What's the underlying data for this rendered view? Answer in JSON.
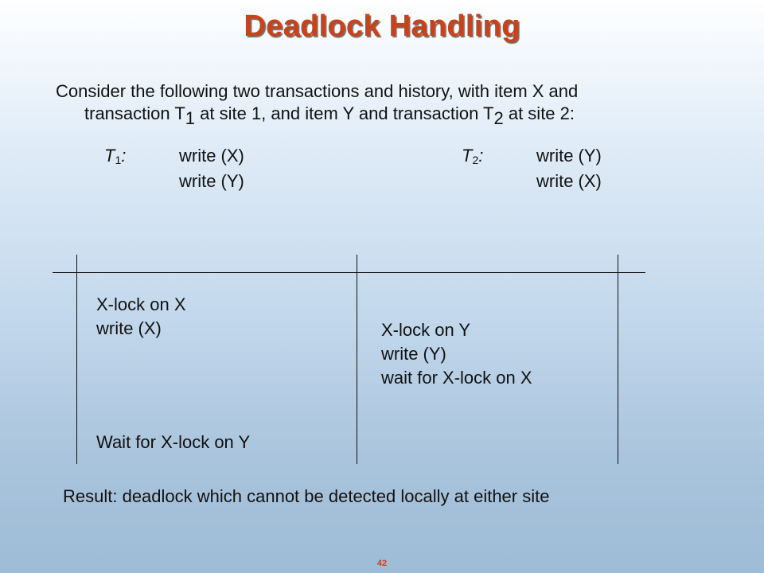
{
  "title": "Deadlock Handling",
  "intro": {
    "line1": "Consider the following two transactions and history, with item X and",
    "line2_a": "transaction T",
    "line2_sub1": "1",
    "line2_b": " at site 1, and item Y and transaction T",
    "line2_sub2": "2",
    "line2_c": " at site 2:"
  },
  "transactions": [
    {
      "label": "T",
      "label_sub": "1",
      "colon": ":",
      "ops": [
        "write (X)",
        "write (Y)"
      ]
    },
    {
      "label": "T",
      "label_sub": "2",
      "colon": ":",
      "ops": [
        "write (Y)",
        "write (X)"
      ]
    }
  ],
  "schedule": {
    "site1_ops": [
      "X-lock on X",
      "write (X)"
    ],
    "site2_ops": [
      "X-lock on Y",
      "write (Y)",
      "wait for X-lock on X"
    ],
    "site1_wait": "Wait for X-lock on Y"
  },
  "result": "Result: deadlock which cannot be detected locally at either site",
  "page_number": "42"
}
